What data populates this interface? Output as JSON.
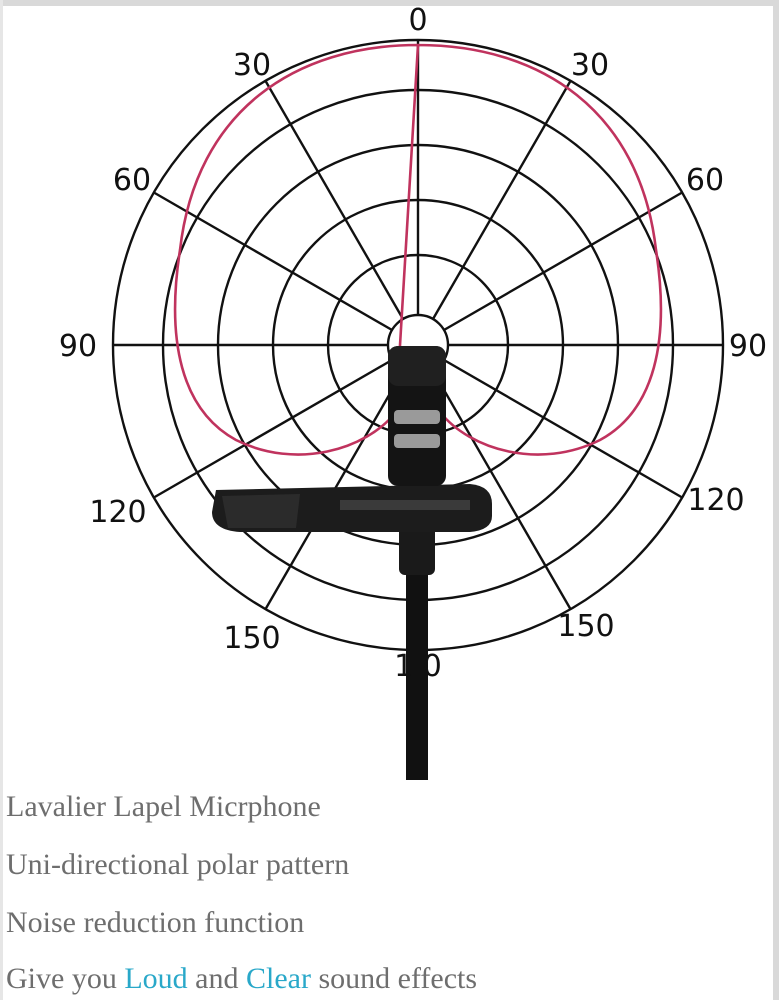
{
  "polar_diagram": {
    "angle_labels": {
      "top": "0",
      "upper_left": "30",
      "upper_right": "30",
      "left_60": "60",
      "right_60": "60",
      "left_90": "90",
      "right_90": "90",
      "left_120": "120",
      "right_120": "120",
      "left_150": "150",
      "right_150": "150",
      "bottom": "1 0"
    },
    "pattern_color": "#c0335e",
    "grid_color": "#111111",
    "pattern": "cardioid",
    "product_icon": "lavalier-microphone-with-clip"
  },
  "captions": {
    "line1": "Lavalier Lapel Micrphone",
    "line2": "Uni-directional polar pattern",
    "line3": "Noise reduction function",
    "line4": {
      "part1": "Give you ",
      "highlight1": "Loud",
      "part2": " and ",
      "highlight2": "Clear",
      "part3": " sound effects"
    },
    "highlight_color": "#29a8c9",
    "text_color": "#6e6e6e"
  }
}
